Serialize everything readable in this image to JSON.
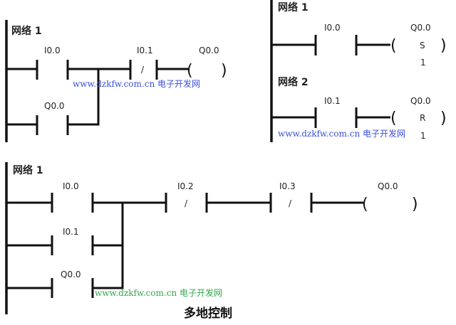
{
  "diagram_a": {
    "header": "网络 1",
    "contacts": [
      "I0.0",
      "I0.1",
      "Q0.0"
    ],
    "nc_mark": "/",
    "coil": "Q0.0",
    "watermark": "www.dzkfw.com.cn 电子开发网"
  },
  "diagram_b": {
    "networks": [
      {
        "header": "网络 1",
        "contact": "I0.0",
        "coil": "Q0.0",
        "coil_type": "S",
        "count": "1"
      },
      {
        "header": "网络 2",
        "contact": "I0.1",
        "coil": "Q0.0",
        "coil_type": "R",
        "count": "1"
      }
    ],
    "watermark": "www.dzkfw.com.cn 电子开发网"
  },
  "diagram_c": {
    "header": "网络 1",
    "contacts": [
      "I0.0",
      "I0.1",
      "Q0.0",
      "I0.2",
      "I0.3"
    ],
    "nc_mark": "/",
    "coil": "Q0.0",
    "watermark": "www.dzkfw.com.cn 电子开发网",
    "caption": "多地控制"
  },
  "colors": {
    "watermark_blue": "#3a4fd8",
    "watermark_green": "#2fa84a"
  }
}
